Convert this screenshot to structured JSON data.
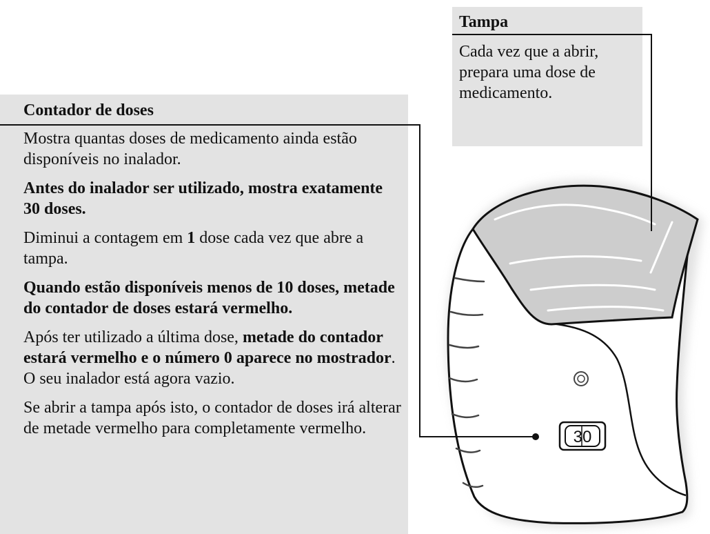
{
  "dose_counter": {
    "title": "Contador de doses",
    "p1": "Mostra quantas doses de medicamento ainda estão disponíveis no inalador.",
    "p2": "Antes do inalador ser utilizado, mostra exatamente 30 doses.",
    "p3_a": "Diminui a contagem em ",
    "p3_b": "1",
    "p3_c": " dose cada vez que abre a tampa.",
    "p4": "Quando estão disponíveis menos de 10 doses, metade do contador de doses estará vermelho.",
    "p5_a": "Após ter utilizado a última dose, ",
    "p5_b": "metade do contador estará vermelho e o número 0 aparece no mostrador",
    "p5_c": ". O seu inalador está agora vazio.",
    "p6": "Se abrir a tampa após isto, o contador de doses irá alterar de metade vermelho para completamente vermelho."
  },
  "cap": {
    "title": "Tampa",
    "description": "Cada vez que a abrir, prepara uma dose de medicamento."
  },
  "counter_display": "30"
}
